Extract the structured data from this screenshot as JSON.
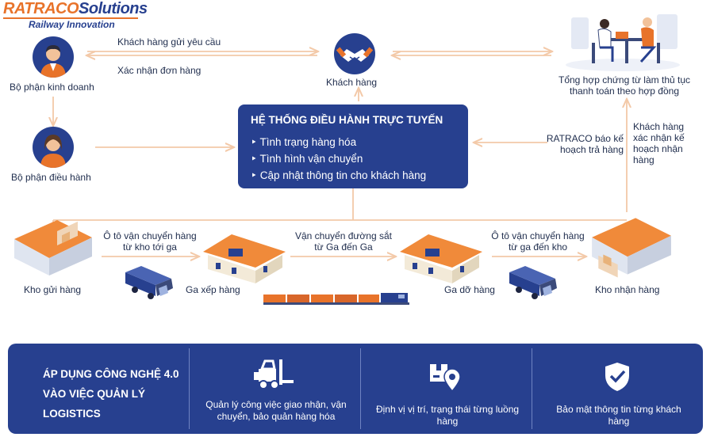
{
  "logo": {
    "brand_a": "RATRACO",
    "brand_b": "Solutions",
    "tagline": "Railway Innovation"
  },
  "labels": {
    "sales": "Bộ phận kinh doanh",
    "operations": "Bộ phận điều hành",
    "customer": "Khách hàng",
    "customer_request": "Khách hàng gửi yêu cầu",
    "order_confirm": "Xác nhận đơn hàng",
    "summary": "Tổng hợp chứng từ làm thủ tục thanh toán theo hợp đồng",
    "ratraco_report": "RATRACO báo kế hoạch trả hàng",
    "customer_confirm": "Khách hàng xác nhận kế hoạch nhận hàng",
    "warehouse_send": "Kho gửi hàng",
    "truck_to_station": "Ô tô vận chuyển hàng từ kho tới ga",
    "loading_station": "Ga xếp hàng",
    "rail_transport": "Vận chuyển đường sắt từ Ga đến Ga",
    "unloading_station": "Ga dỡ hàng",
    "truck_to_warehouse": "Ô tô vận chuyển hàng từ ga đến kho",
    "warehouse_receive": "Kho nhận hàng"
  },
  "system": {
    "title": "HỆ THỐNG ĐIỀU HÀNH TRỰC TUYẾN",
    "items": [
      "Tình trạng hàng hóa",
      "Tình hình vận chuyển",
      "Cập nhật thông tin cho khách hàng"
    ]
  },
  "panel": {
    "title": "ÁP DỤNG CÔNG NGHỆ 4.0 VÀO VIỆC QUẢN LÝ LOGISTICS",
    "features": [
      {
        "icon": "forklift-icon",
        "text": "Quản lý công việc giao nhận, vận chuyển, bảo quản hàng hóa"
      },
      {
        "icon": "location-box-icon",
        "text": "Định vị vị trí, trạng thái từng luồng hàng"
      },
      {
        "icon": "shield-check-icon",
        "text": "Bảo mật thông tin từng khách hàng"
      }
    ]
  },
  "colors": {
    "navy": "#27408f",
    "orange": "#e8732a",
    "arrow": "#f3c9a8"
  }
}
